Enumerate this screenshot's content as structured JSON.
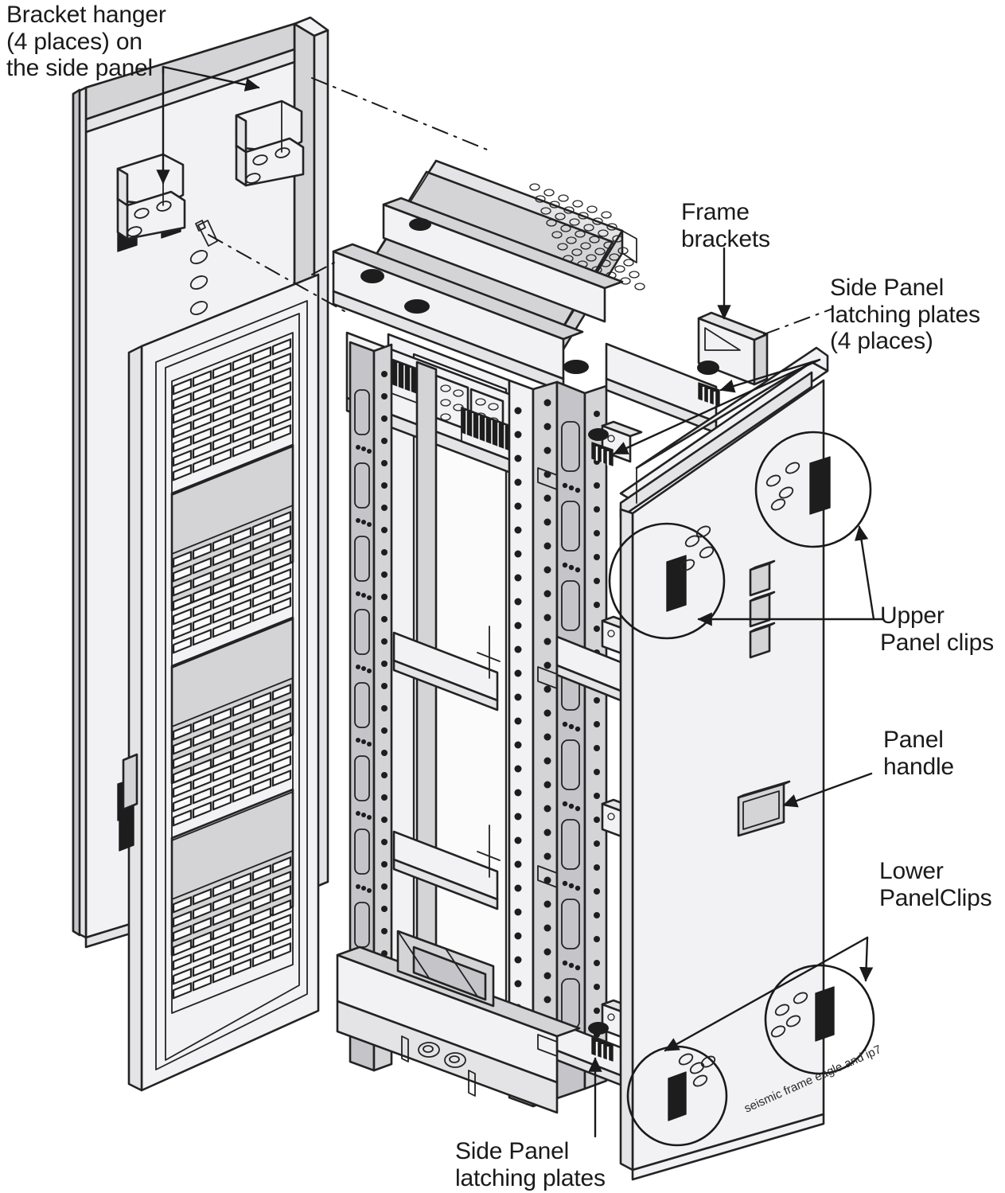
{
  "diagram": {
    "title": "Seismic frame side panel and panel clip installation exploded view",
    "watermark": "seismic frame eagle and ip7",
    "colors": {
      "outline": "#232323",
      "face_light": "#f2f2f4",
      "face_mid": "#e2e2e4",
      "face_dark": "#d2d2d5",
      "face_shade": "#c6c6c9",
      "clip_black": "#1d1d1d",
      "background": "#ffffff"
    }
  },
  "labels": {
    "bracket_hanger": {
      "line1": "Bracket hanger",
      "line2": "(4 places) on",
      "line3": "the side panel"
    },
    "frame_brackets": {
      "line1": "Frame",
      "line2": "brackets"
    },
    "side_panel_latching_top": {
      "line1": "Side Panel",
      "line2": "latching plates",
      "line3": "(4 places)"
    },
    "upper_panel_clips": {
      "line1": "Upper",
      "line2": "Panel clips"
    },
    "panel_handle": {
      "line1": "Panel",
      "line2": "handle"
    },
    "lower_panel_clips": {
      "line1": "Lower",
      "line2": "PanelClips"
    },
    "side_panel_latching_bottom": {
      "line1": "Side Panel",
      "line2": "latching plates"
    }
  },
  "parts": {
    "door": {
      "name": "Front louvered door",
      "vent_panels": 4,
      "solid_panels": 3
    },
    "rack": {
      "name": "Equipment rack frame",
      "rails": 4,
      "top_cover": "vented top cover",
      "cross_rails": 3
    },
    "side_panel": {
      "name": "Removable side panel",
      "handle": 1,
      "upper_clip_callouts": 2,
      "lower_clip_callouts": 2,
      "gray_clips": 3
    },
    "bracket_hangers": {
      "count": 4,
      "shown": 2
    },
    "latching_plates": {
      "count": 4,
      "shown": 3
    }
  }
}
